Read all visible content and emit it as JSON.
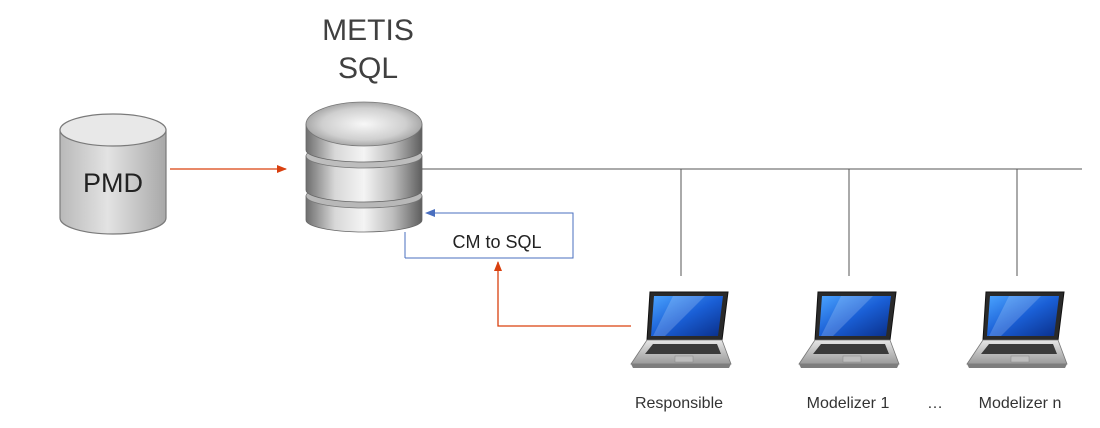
{
  "title": {
    "line1": "METIS",
    "line2": "SQL"
  },
  "nodes": {
    "pmd": "PMD",
    "converter": "CM to SQL",
    "clients": [
      {
        "label": "Responsible"
      },
      {
        "label": "Modelizer 1"
      },
      {
        "label": "Modelizer n"
      }
    ],
    "ellipsis": "…"
  },
  "colors": {
    "red_arrow": "#d9400f",
    "blue_arrow": "#4a6fbf",
    "network_line": "#555555",
    "pmd_fill": "#d0d0d0",
    "text": "#404040"
  },
  "icons": {
    "database": "database-server-icon",
    "cylinder": "cylinder-icon",
    "laptop": "laptop-icon"
  }
}
